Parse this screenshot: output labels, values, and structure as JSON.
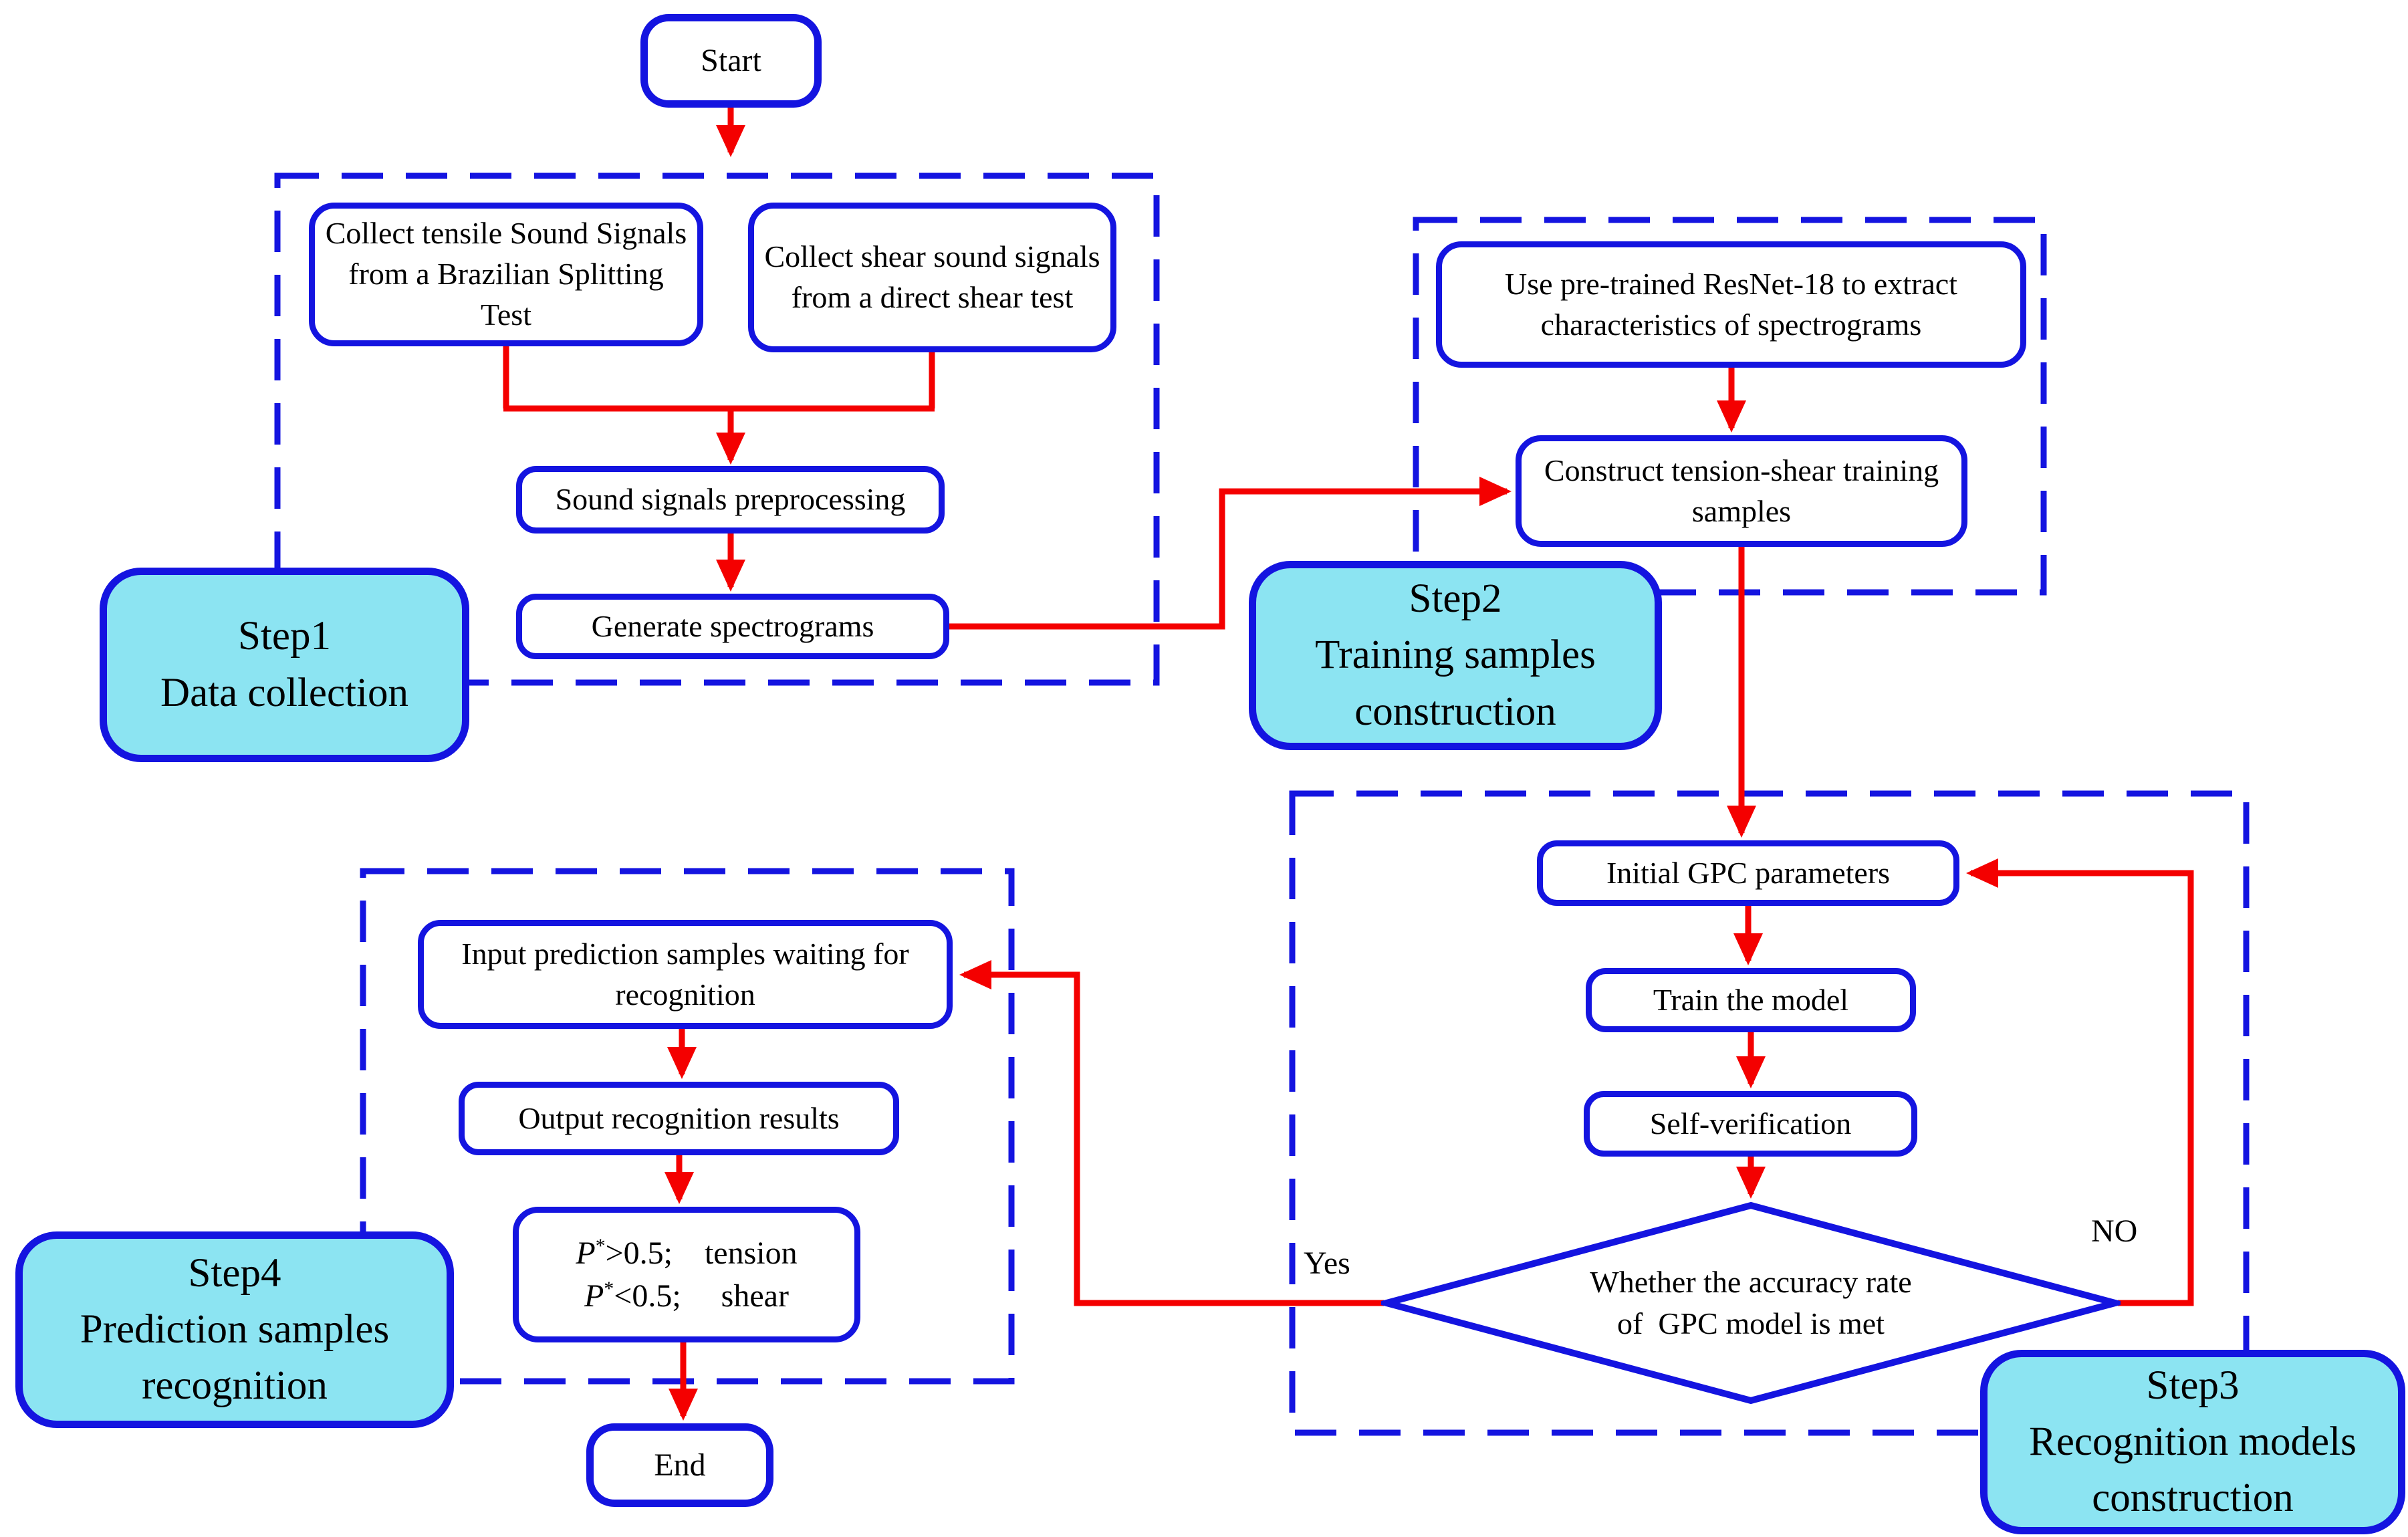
{
  "figure": {
    "type": "flowchart"
  },
  "colors": {
    "node_border_blue": "#1414e0",
    "arrow_red": "#f40000",
    "step_fill_cyan": "#8ce4f2",
    "node_fill": "#ffffff",
    "text": "#000000"
  },
  "nodes": {
    "start": {
      "label": "Start"
    },
    "collect_tensile": {
      "label": "Collect tensile Sound Signals from a Brazilian Splitting Test"
    },
    "collect_shear": {
      "label": "Collect shear sound signals from a direct shear test"
    },
    "preprocessing": {
      "label": "Sound signals preprocessing"
    },
    "generate_spectrograms": {
      "label": "Generate spectrograms"
    },
    "resnet": {
      "label": "Use pre-trained ResNet-18 to extract characteristics of spectrograms"
    },
    "construct_samples": {
      "label": "Construct tension-shear training samples"
    },
    "initial_gpc": {
      "label": "Initial GPC parameters"
    },
    "train_model": {
      "label": "Train the model"
    },
    "self_verification": {
      "label": "Self-verification"
    },
    "decision": {
      "label": "Whether the accuracy rate\nof GPC model is met",
      "yes_label": "Yes",
      "no_label": "NO"
    },
    "input_prediction": {
      "label": "Input prediction samples waiting for recognition"
    },
    "output_results": {
      "label": "Output recognition results"
    },
    "threshold": {
      "var": "P",
      "sup": "*",
      "line1_rest": ">0.5; tension",
      "line2_rest": "<0.5;  shear"
    },
    "end": {
      "label": "End"
    }
  },
  "steps": {
    "step1": {
      "title": "Step1",
      "subtitle": "Data collection"
    },
    "step2": {
      "title": "Step2",
      "subtitle": "Training samples construction"
    },
    "step3": {
      "title": "Step3",
      "subtitle": "Recognition models construction"
    },
    "step4": {
      "title": "Step4",
      "subtitle": "Prediction samples recognition"
    }
  }
}
